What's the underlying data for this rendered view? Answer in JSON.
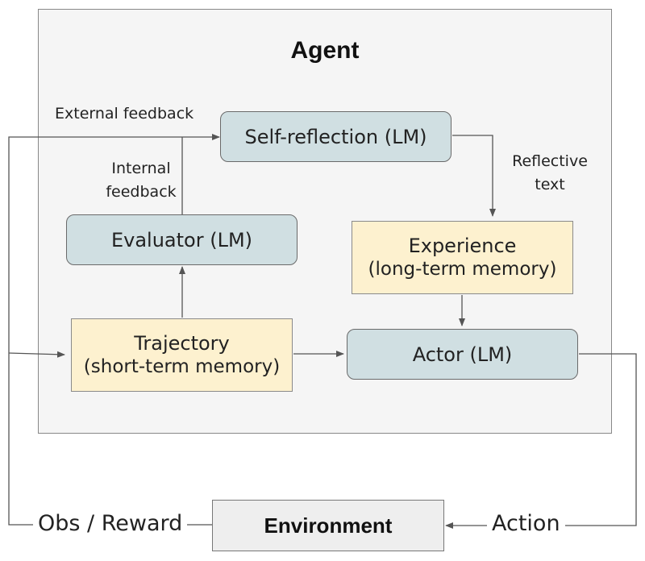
{
  "diagram": {
    "agent_title": "Agent",
    "nodes": {
      "self_reflection": "Self-reflection (LM)",
      "evaluator": "Evaluator (LM)",
      "experience": {
        "title": "Experience",
        "subtitle": "(long-term memory)"
      },
      "trajectory": {
        "title": "Trajectory",
        "subtitle": "(short-term memory)"
      },
      "actor": "Actor (LM)",
      "environment": "Environment"
    },
    "edge_labels": {
      "external_feedback": "External feedback",
      "internal_feedback_line1": "Internal",
      "internal_feedback_line2": "feedback",
      "reflective_text_line1": "Reflective",
      "reflective_text_line2": "text",
      "obs_reward": "Obs / Reward",
      "action": "Action"
    },
    "colors": {
      "lm_node": "#d0dfe2",
      "memory_node": "#fdf1cf",
      "environment_node": "#eeeeee",
      "agent_background": "#f5f5f5",
      "edge": "#555555"
    }
  }
}
